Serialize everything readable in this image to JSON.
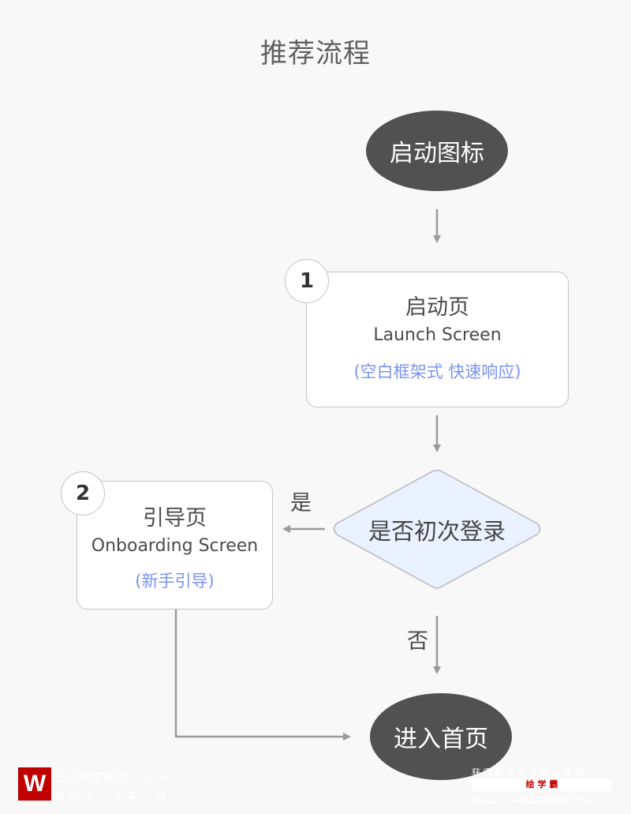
{
  "title": "推荐流程",
  "nodes": {
    "start": {
      "label": "启动图标"
    },
    "launch": {
      "number": "1",
      "title": "启动页",
      "subtitle": "Launch Screen",
      "note": "(空白框架式 快速响应)"
    },
    "decision": {
      "label": "是否初次登录"
    },
    "onboarding": {
      "number": "2",
      "title": "引导页",
      "subtitle": "Onboarding Screen",
      "note": "(新手引导)"
    },
    "home": {
      "label": "进入首页"
    }
  },
  "edges": {
    "yes_label": "是",
    "no_label": "否"
  },
  "watermarks": {
    "left": {
      "brand": "王氏教育集团",
      "slogan": "以人为本",
      "tagline": "始 创 于 二 零 零 二 年",
      "logo_letter": "W"
    },
    "right": {
      "line1": "获 得 更 多 免 费 精 品 教 程",
      "app_name": "绘 学 霸",
      "line3": "在AppStore或应用宝搜索下载"
    }
  },
  "colors": {
    "background": "#f8f8f8",
    "oval": "#515151",
    "decision_fill": "#eaf2ff",
    "note": "#7a93f0",
    "arrow": "#9a9a9a",
    "logo_red": "#c00000"
  }
}
